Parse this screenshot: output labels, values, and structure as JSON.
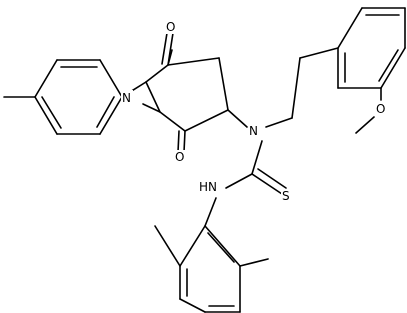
{
  "structure": {
    "atom_labels": {
      "o_top": "O",
      "o_left": "O",
      "n_ring": "N",
      "n_center": "N",
      "nh": "HN",
      "s": "S",
      "o_methoxy": "O"
    }
  }
}
